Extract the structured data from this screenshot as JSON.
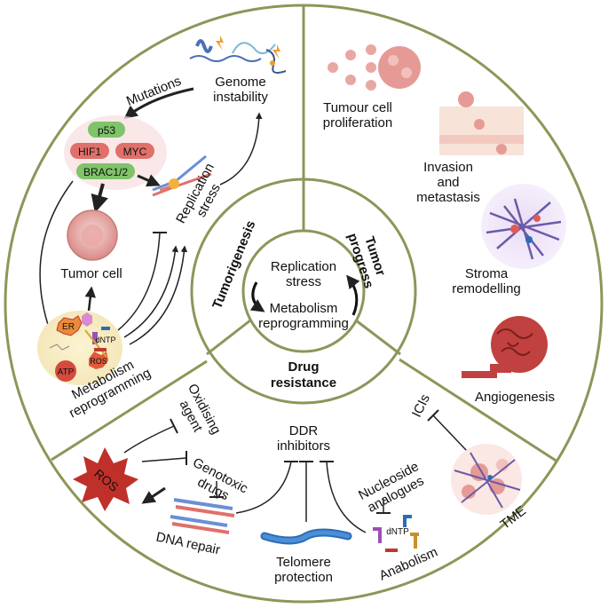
{
  "center": {
    "line1": "Replication",
    "line2": "stress",
    "line3": "Metabolism",
    "line4": "reprogramming"
  },
  "inner_sections": {
    "tumorigenesis": "Tumorigenesis",
    "tumor_progress_1": "Tumor",
    "tumor_progress_2": "progress",
    "drug_resistance_1": "Drug",
    "drug_resistance_2": "resistance"
  },
  "tumorigenesis": {
    "genome_1": "Genome",
    "genome_2": "instability",
    "mutations": "Mutations",
    "genes": [
      "p53",
      "HIF1",
      "MYC",
      "BRAC1/2"
    ],
    "replication_1": "Replication",
    "replication_2": "stress",
    "tumor_cell": "Tumor cell",
    "metabolism_1": "Metabolism",
    "metabolism_2": "reprogramming",
    "met_badges": [
      "ER",
      "dNTP",
      "ATP",
      "ROS"
    ]
  },
  "tumor_progress": {
    "proliferation_1": "Tumour cell",
    "proliferation_2": "proliferation",
    "invasion_1": "Invasion",
    "invasion_2": "and",
    "invasion_3": "metastasis",
    "stroma_1": "Stroma",
    "stroma_2": "remodelling",
    "angiogenesis": "Angiogenesis"
  },
  "drug_resistance": {
    "oxidising_1": "Oxidising",
    "oxidising_2": "agent",
    "genotoxic_1": "Genotoxic",
    "genotoxic_2": "drugs",
    "ros": "ROS",
    "dna_repair": "DNA repair",
    "ddr_1": "DDR",
    "ddr_2": "inhibitors",
    "telomere_1": "Telomere",
    "telomere_2": "protection",
    "nucleoside_1": "Nucleoside",
    "nucleoside_2": "analogues",
    "dntp": "dNTP",
    "anabolism": "Anabolism",
    "icis": "ICIs",
    "tme": "TME"
  },
  "colors": {
    "ring": "#8c9659",
    "gene_green": "#7fc36a",
    "gene_red": "#e0706a",
    "arrow": "#222222"
  }
}
